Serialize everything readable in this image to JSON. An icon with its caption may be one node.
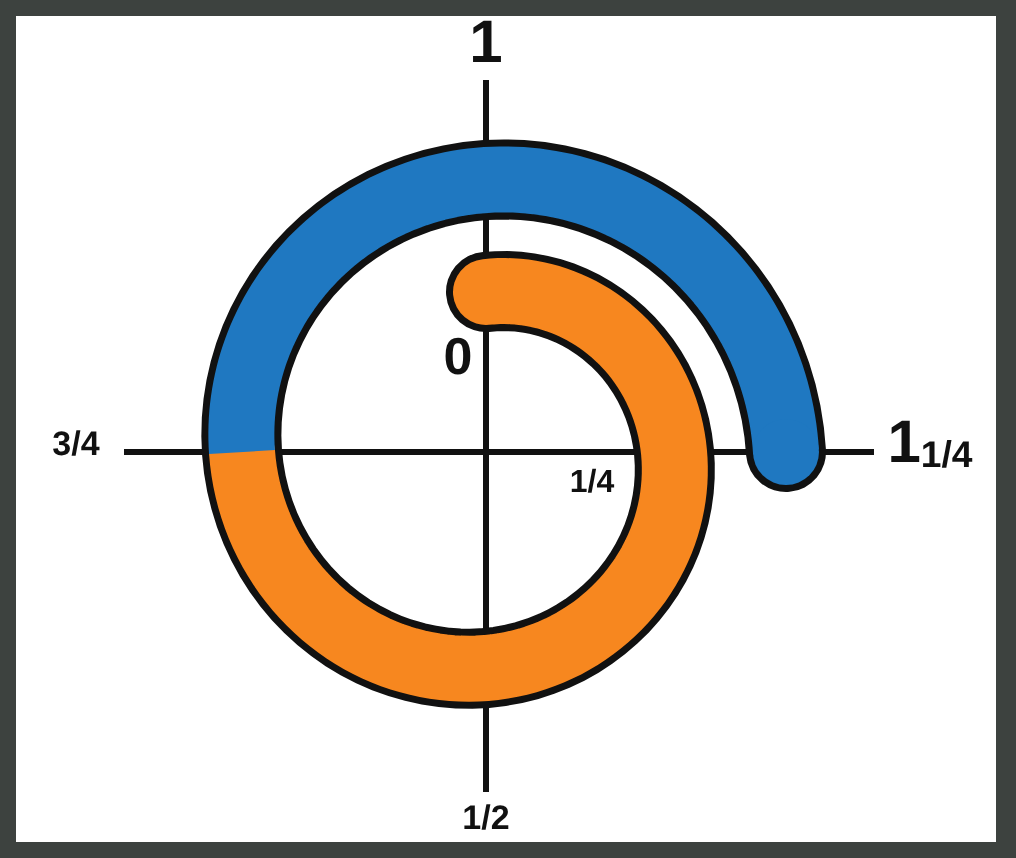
{
  "diagram": {
    "labels": [
      "1",
      "0",
      "3/4",
      "1$_{1/4}$",
      "1/4",
      "1/2"
    ]
  }
}
